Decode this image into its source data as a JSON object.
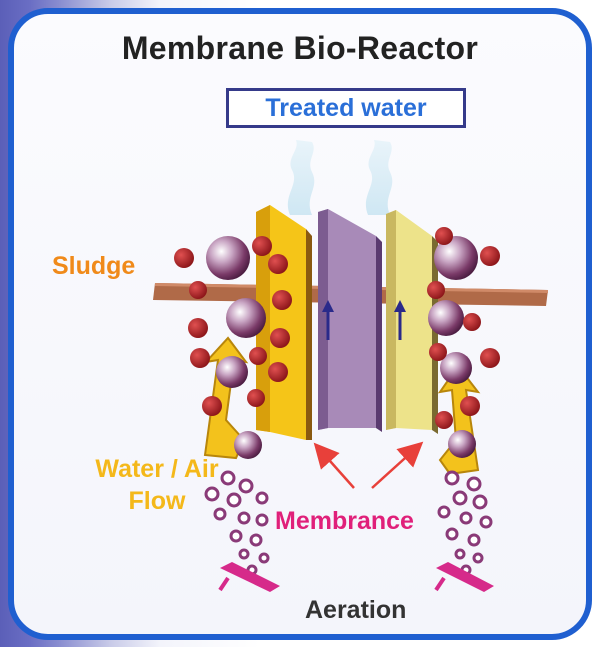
{
  "title": "Membrane Bio-Reactor",
  "labels": {
    "treated_water": "Treated water",
    "sludge": "Sludge",
    "water_air_flow": "Water / Air Flow",
    "water_air_line1": "Water / Air",
    "water_air_line2": "Flow",
    "membrance": "Membrance",
    "aeration": "Aeration"
  },
  "colors": {
    "border": "#1f5fd0",
    "treated_text": "#2a6fd8",
    "sludge_text": "#f08a1a",
    "flow_text": "#f4b81a",
    "membrance_text": "#e0207a",
    "membrane_yellow": "#f5c518",
    "membrane_purple": "#a88ab8",
    "membrane_pale": "#ede38a",
    "sludge_particle": "#a81e22",
    "arrow_red": "#e8403a"
  }
}
